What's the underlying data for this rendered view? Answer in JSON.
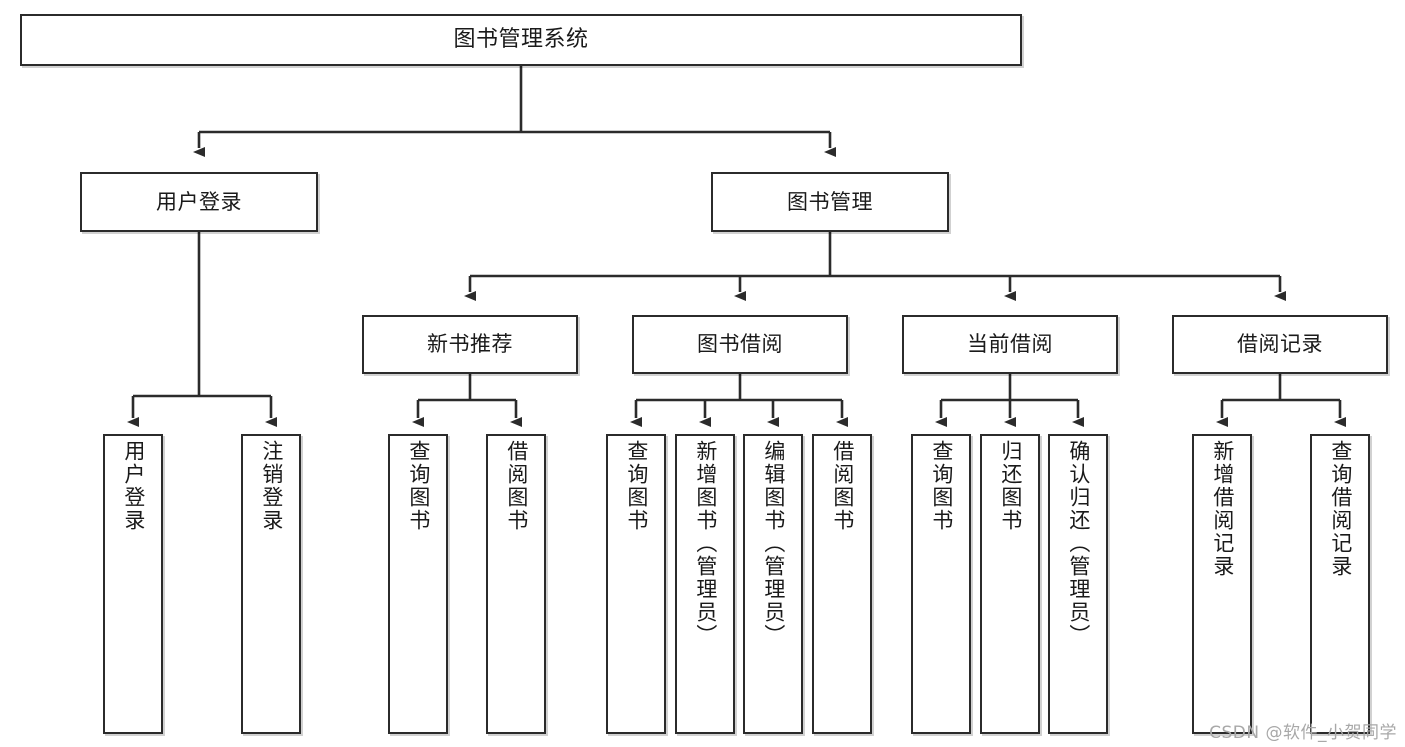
{
  "diagram": {
    "title": "图书管理系统",
    "type": "hierarchy-tree",
    "watermark": "CSDN @软件_小贺同学",
    "colors": {
      "stroke": "#2b2b2b",
      "fill": "#ffffff",
      "text": "#1a1a1a",
      "watermark": "#a8a8a8"
    },
    "nodes": {
      "root": {
        "label": "图书管理系统"
      },
      "level2": [
        {
          "label": "用户登录"
        },
        {
          "label": "图书管理"
        }
      ],
      "level3": [
        {
          "label": "新书推荐"
        },
        {
          "label": "图书借阅"
        },
        {
          "label": "当前借阅"
        },
        {
          "label": "借阅记录"
        }
      ],
      "leaves": {
        "user_login": [
          {
            "label": "用户登录"
          },
          {
            "label": "注销登录"
          }
        ],
        "new_book": [
          {
            "label": "查询图书"
          },
          {
            "label": "借阅图书"
          }
        ],
        "book_borrow": [
          {
            "label": "查询图书"
          },
          {
            "label": "新增图书（管理员）"
          },
          {
            "label": "编辑图书（管理员）"
          },
          {
            "label": "借阅图书"
          }
        ],
        "current_borrow": [
          {
            "label": "查询图书"
          },
          {
            "label": "归还图书"
          },
          {
            "label": "确认归还（管理员）"
          }
        ],
        "borrow_record": [
          {
            "label": "新增借阅记录"
          },
          {
            "label": "查询借阅记录"
          }
        ]
      }
    }
  }
}
